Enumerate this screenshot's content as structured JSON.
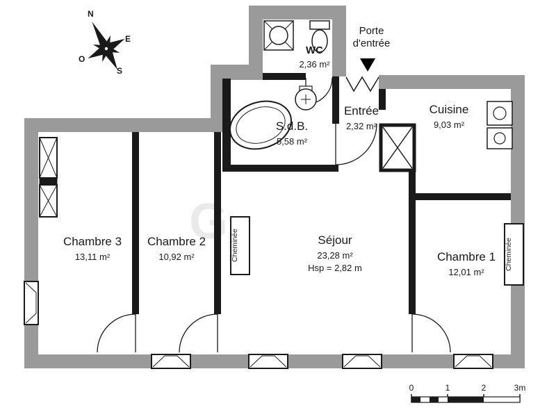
{
  "rooms": {
    "wc": {
      "name": "WC",
      "area": "2,36 m²"
    },
    "sdb": {
      "name": "S.d.B.",
      "area": "5,58 m²"
    },
    "entree": {
      "name": "Entrée",
      "area": "2,32 m²"
    },
    "cuisine": {
      "name": "Cuisine",
      "area": "9,03 m²"
    },
    "chambre3": {
      "name": "Chambre 3",
      "area": "13,11 m²"
    },
    "chambre2": {
      "name": "Chambre 2",
      "area": "10,92 m²"
    },
    "sejour": {
      "name": "Séjour",
      "area": "23,28 m²",
      "ceiling_height": "Hsp = 2,82 m"
    },
    "chambre1": {
      "name": "Chambre 1",
      "area": "12,01 m²"
    }
  },
  "annotations": {
    "entrance_line1": "Porte",
    "entrance_line2": "d'entrée",
    "fireplace": "Cheminée",
    "watermark": "G"
  },
  "compass": {
    "n": "N",
    "e": "E",
    "s": "S",
    "o": "O"
  },
  "scale_bar": {
    "labels": [
      "0",
      "1",
      "2",
      "3m"
    ]
  },
  "colors": {
    "wall_gray": "#9a9a9a",
    "line_black": "#1a1a1a"
  }
}
